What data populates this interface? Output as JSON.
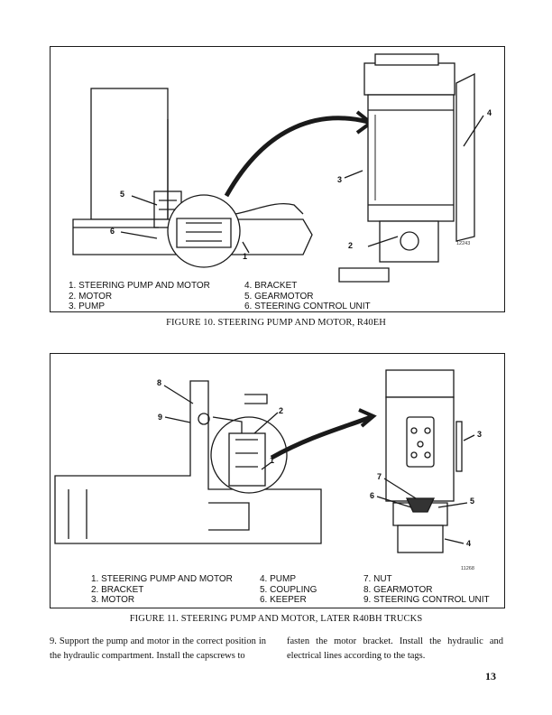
{
  "figure10": {
    "drawing_number": "12243",
    "callouts": [
      "1",
      "2",
      "3",
      "4",
      "5",
      "6"
    ],
    "legend_col1": [
      "1. STEERING PUMP AND MOTOR",
      "2. MOTOR",
      "3. PUMP"
    ],
    "legend_col2": [
      "4. BRACKET",
      "5. GEARMOTOR",
      "6. STEERING CONTROL UNIT"
    ],
    "caption": "FIGURE 10. STEERING PUMP AND MOTOR, R40EH"
  },
  "figure11": {
    "drawing_number": "11268",
    "callouts": [
      "1",
      "2",
      "3",
      "4",
      "5",
      "6",
      "7",
      "8",
      "9"
    ],
    "legend_col1": [
      "1. STEERING PUMP AND MOTOR",
      "2. BRACKET",
      "3. MOTOR"
    ],
    "legend_col2": [
      "4. PUMP",
      "5. COUPLING",
      "6. KEEPER"
    ],
    "legend_col3": [
      "7. NUT",
      "8. GEARMOTOR",
      "9. STEERING CONTROL UNIT"
    ],
    "caption": "FIGURE 11. STEERING PUMP AND MOTOR, LATER R40BH TRUCKS"
  },
  "body": {
    "left_column": "9. Support the pump and motor in the correct position in the hydraulic compartment. Install the capscrews to",
    "right_column": "fasten the motor bracket. Install the hydraulic and electrical lines according to the tags."
  },
  "page_number": "13"
}
